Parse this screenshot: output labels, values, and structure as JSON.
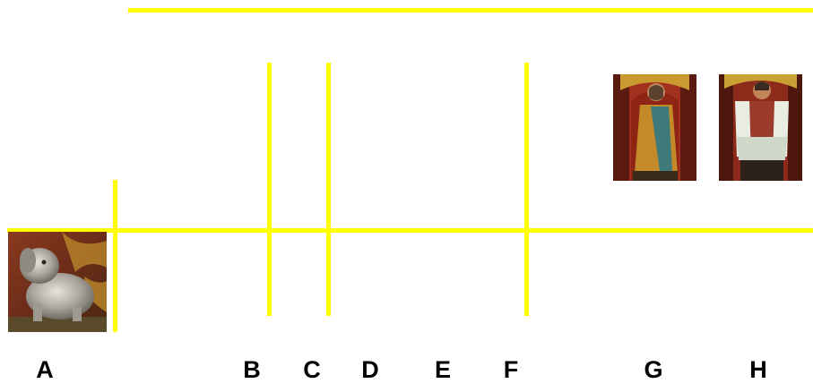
{
  "colors": {
    "line": "#ffff00",
    "label": "#000000",
    "background": "#ffffff"
  },
  "images": [
    {
      "name": "dog-sculpture-image",
      "description_icon": "dog-statue-icon"
    },
    {
      "name": "saint-statue-g-image",
      "description_icon": "saint-figure-icon"
    },
    {
      "name": "saint-statue-h-image",
      "description_icon": "saint-figure-icon"
    }
  ],
  "labels": {
    "a": "A",
    "b": "B",
    "c": "C",
    "d": "D",
    "e": "E",
    "f": "F",
    "g": "G",
    "h": "H"
  }
}
